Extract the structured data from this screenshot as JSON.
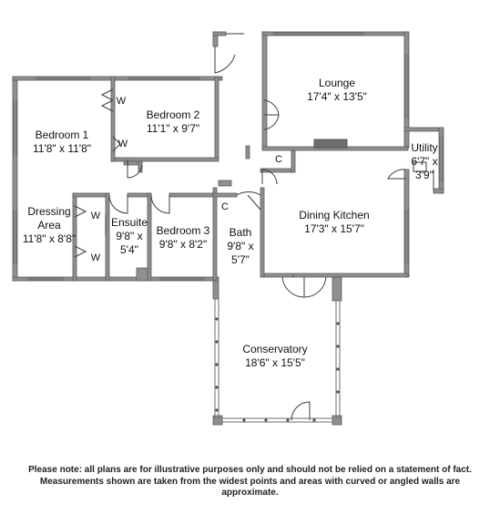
{
  "rooms": [
    {
      "name": "Lounge",
      "size": "17'4\" x 13'5\""
    },
    {
      "name": "Bedroom 1",
      "size": "11'8\" x 11'8\""
    },
    {
      "name": "Bedroom 2",
      "size": "11'1\" x 9'7\""
    },
    {
      "name": "Dressing",
      "name2": "Area",
      "size": "11'8\" x 8'8\""
    },
    {
      "name": "Ensuite",
      "size": "9'8\" x",
      "size2": "5'4\""
    },
    {
      "name": "Bedroom 3",
      "size": "9'8\" x 8'2\""
    },
    {
      "name": "Bath",
      "size": "9'8\" x",
      "size2": "5'7\""
    },
    {
      "name": "Dining Kitchen",
      "size": "17'3\" x 15'7\""
    },
    {
      "name": "Utility",
      "size": "6'7\" x",
      "size2": "3'9\""
    },
    {
      "name": "Conservatory",
      "size": "18'6\" x 15'5\""
    }
  ],
  "wardrobes": [
    "W",
    "W",
    "W",
    "W"
  ],
  "cupboards": [
    "C",
    "C"
  ],
  "disclaimer": [
    "Please note: all plans are for illustrative purposes only and should not be relied on a statement of fact.",
    "Measurements shown are taken from the widest points and areas with curved or angled walls are",
    "approximate."
  ]
}
